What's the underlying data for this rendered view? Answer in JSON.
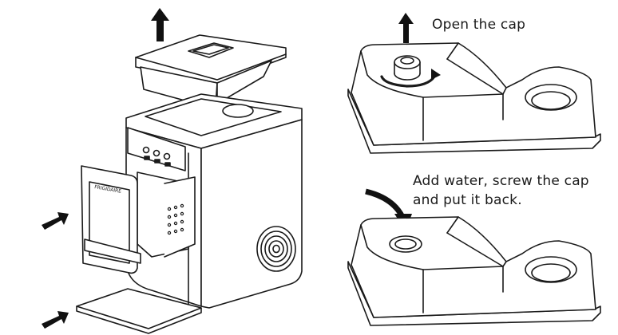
{
  "labels": {
    "open_cap": "Open the cap",
    "add_water_line1": "Add water, screw the cap",
    "add_water_line2": "and put it back."
  },
  "brand_mark": "FRIGIDAIRE",
  "colors": {
    "line": "#1a1a1a",
    "fill": "#ffffff",
    "arrow": "#111111"
  }
}
